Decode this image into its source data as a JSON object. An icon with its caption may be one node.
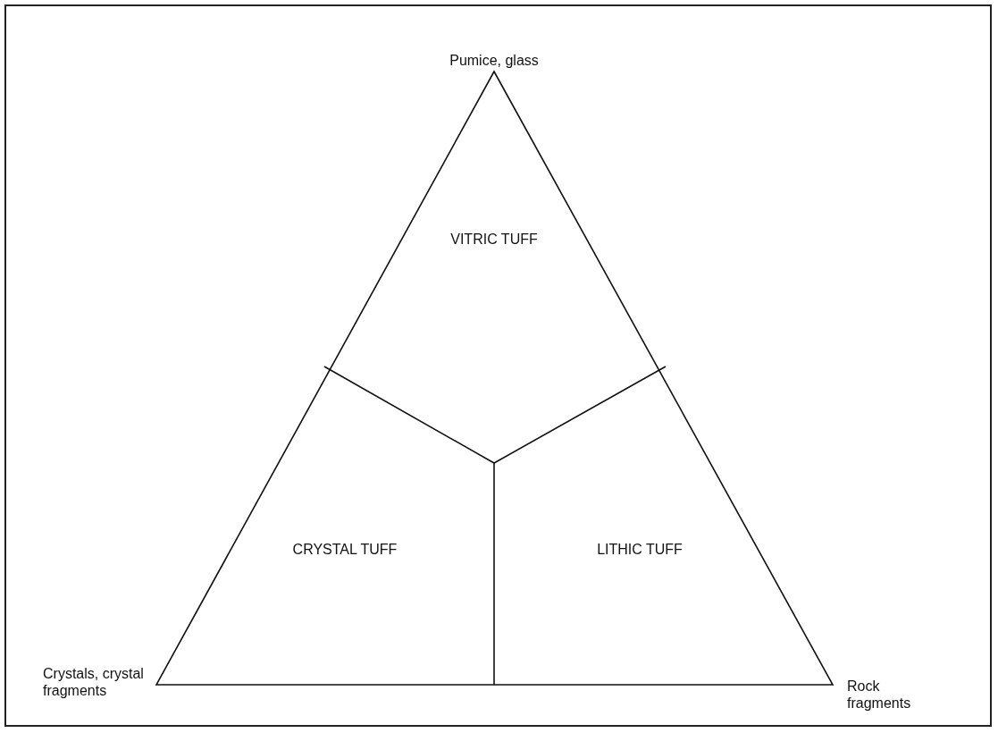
{
  "diagram": {
    "labels": [
      "Pumice, glass",
      "VITRIC TUFF",
      "CRYSTAL TUFF",
      "LITHIC TUFF",
      "Crystals, crystal fragments",
      "Rock fragments"
    ]
  }
}
